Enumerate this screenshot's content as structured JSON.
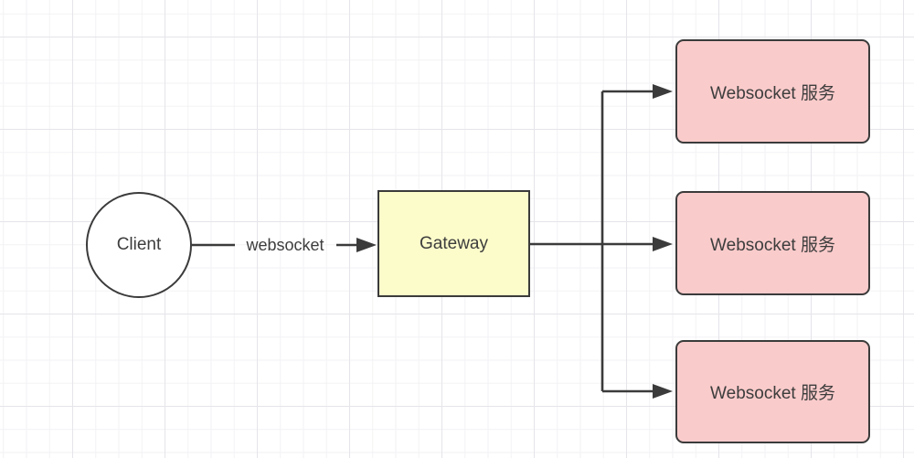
{
  "diagram": {
    "nodes": {
      "client": "Client",
      "gateway": "Gateway",
      "services": [
        "Websocket 服务",
        "Websocket 服务",
        "Websocket 服务"
      ]
    },
    "edge_labels": {
      "client_to_gateway": "websocket"
    }
  },
  "colors": {
    "stroke": "#3b3b3b",
    "text_color": "#3d3d3d",
    "gateway_fill": "#fcfccb",
    "service_fill": "#facbcb",
    "grid_minor": "#f2f2f5",
    "grid_major": "#e5e5ea"
  }
}
